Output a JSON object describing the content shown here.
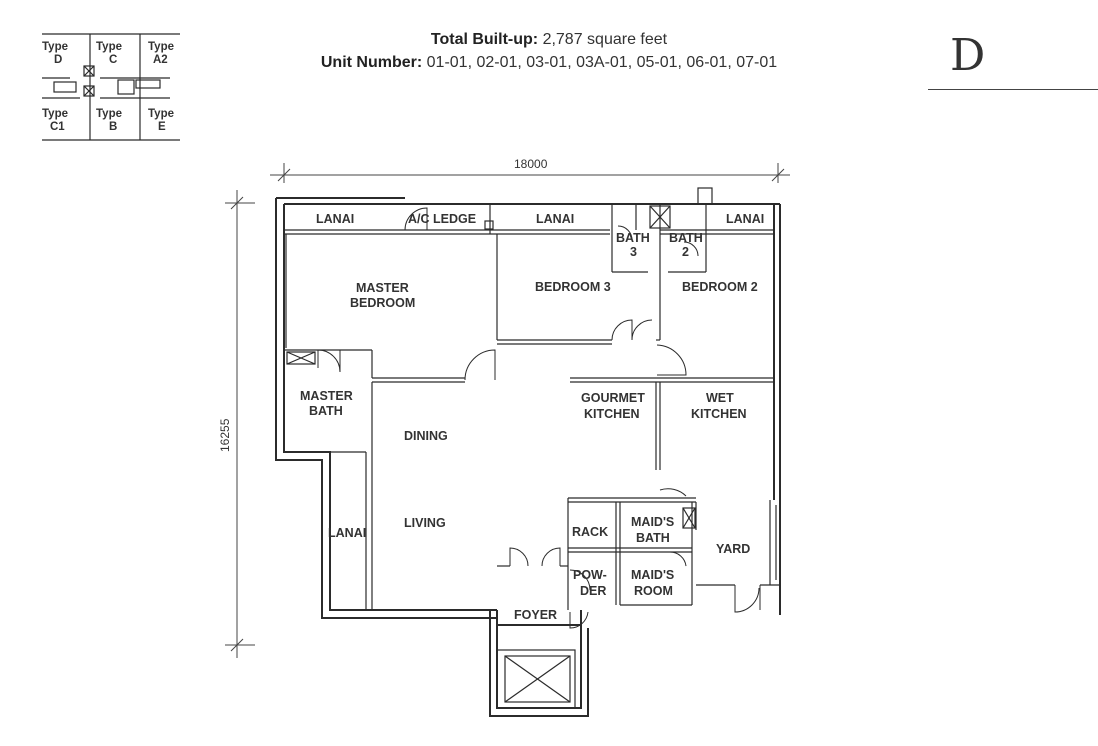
{
  "header": {
    "built_up_label": "Total Built-up:",
    "built_up_value": "2,787 square feet",
    "unit_label": "Unit Number:",
    "unit_value": "01-01, 02-01, 03-01, 03A-01, 05-01, 06-01, 07-01"
  },
  "unit_type": "D",
  "key_plan": {
    "top_row": [
      {
        "line1": "Type",
        "line2": "D"
      },
      {
        "line1": "Type",
        "line2": "C"
      },
      {
        "line1": "Type",
        "line2": "A2"
      }
    ],
    "bottom_row": [
      {
        "line1": "Type",
        "line2": "C1"
      },
      {
        "line1": "Type",
        "line2": "B"
      },
      {
        "line1": "Type",
        "line2": "E"
      }
    ]
  },
  "dimensions": {
    "width": "18000",
    "height": "16255"
  },
  "rooms": {
    "lanai_master": "LANAI",
    "ac_ledge": "A/C LEDGE",
    "lanai_bed3": "LANAI",
    "bath3_line1": "BATH",
    "bath3_line2": "3",
    "bath2_line1": "BATH",
    "bath2_line2": "2",
    "lanai_bed2": "LANAI",
    "master_bedroom_line1": "MASTER",
    "master_bedroom_line2": "BEDROOM",
    "bedroom3": "BEDROOM 3",
    "bedroom2": "BEDROOM 2",
    "master_bath_line1": "MASTER",
    "master_bath_line2": "BATH",
    "dining": "DINING",
    "gourmet_kitchen_line1": "GOURMET",
    "gourmet_kitchen_line2": "KITCHEN",
    "wet_kitchen_line1": "WET",
    "wet_kitchen_line2": "KITCHEN",
    "lanai_living": "LANAI",
    "living": "LIVING",
    "rack": "RACK",
    "maids_bath_line1": "MAID'S",
    "maids_bath_line2": "BATH",
    "yard": "YARD",
    "powder_line1": "POW-",
    "powder_line2": "DER",
    "maids_room_line1": "MAID'S",
    "maids_room_line2": "ROOM",
    "foyer": "FOYER"
  }
}
